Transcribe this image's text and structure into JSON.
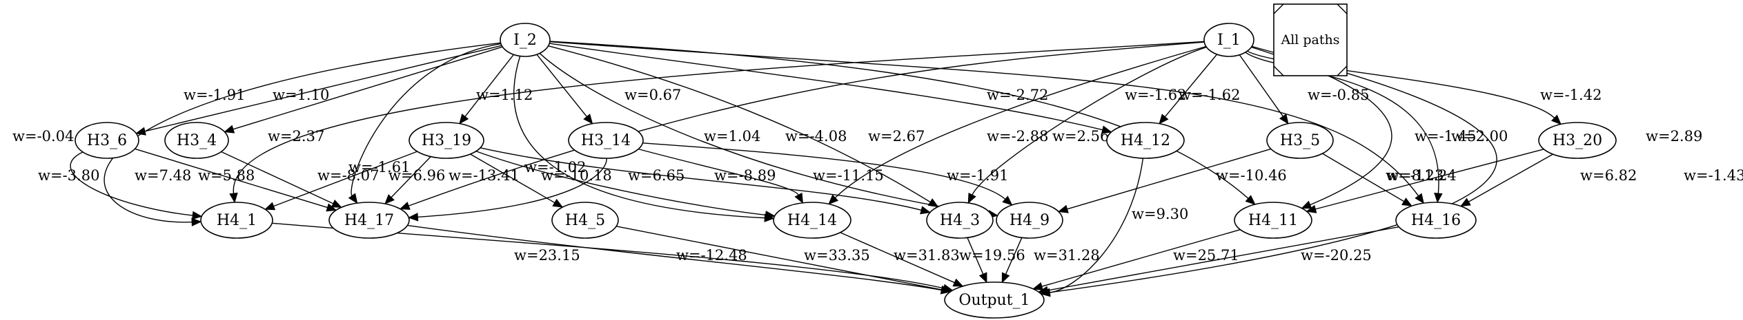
{
  "diagram": {
    "legend_box": {
      "label": "All paths"
    },
    "nodes": [
      {
        "id": "I_2",
        "label": "I_2"
      },
      {
        "id": "I_1",
        "label": "I_1"
      },
      {
        "id": "H3_6",
        "label": "H3_6"
      },
      {
        "id": "H3_4",
        "label": "H3_4"
      },
      {
        "id": "H3_19",
        "label": "H3_19"
      },
      {
        "id": "H3_14",
        "label": "H3_14"
      },
      {
        "id": "H4_12",
        "label": "H4_12"
      },
      {
        "id": "H3_5",
        "label": "H3_5"
      },
      {
        "id": "H3_20",
        "label": "H3_20"
      },
      {
        "id": "H4_1",
        "label": "H4_1"
      },
      {
        "id": "H4_17",
        "label": "H4_17"
      },
      {
        "id": "H4_5",
        "label": "H4_5"
      },
      {
        "id": "H4_14",
        "label": "H4_14"
      },
      {
        "id": "H4_3",
        "label": "H4_3"
      },
      {
        "id": "H4_9",
        "label": "H4_9"
      },
      {
        "id": "H4_11",
        "label": "H4_11"
      },
      {
        "id": "H4_16",
        "label": "H4_16"
      },
      {
        "id": "Output_1",
        "label": "Output_1"
      }
    ],
    "edges": [
      {
        "from": "I_2",
        "to": "H3_6",
        "label": "w=-1.91"
      },
      {
        "from": "I_2",
        "to": "H3_4",
        "label": "w=1.10"
      },
      {
        "from": "I_2",
        "to": "H3_19",
        "label": "w=1.12"
      },
      {
        "from": "I_2",
        "to": "H3_14",
        "label": "w=0.67"
      },
      {
        "from": "I_2",
        "to": "H4_1",
        "label": "w=-0.04"
      },
      {
        "from": "I_2",
        "to": "H4_17",
        "label": "w=-1.61"
      },
      {
        "from": "I_2",
        "to": "H4_14",
        "label": "w=-1.02"
      },
      {
        "from": "I_2",
        "to": "H4_9",
        "label": "w=1.04"
      },
      {
        "from": "I_2",
        "to": "H4_3",
        "label": "w=2.67"
      },
      {
        "from": "I_2",
        "to": "H4_12",
        "label": "w=-2.72"
      },
      {
        "from": "I_2",
        "to": "H4_11",
        "label": "w=-1.62"
      },
      {
        "from": "I_2",
        "to": "H4_16",
        "label": "w=-1.45"
      },
      {
        "from": "I_1",
        "to": "H4_1",
        "label": "w=2.37"
      },
      {
        "from": "I_1",
        "to": "H4_17",
        "label": "w=-4.08"
      },
      {
        "from": "I_1",
        "to": "H4_14",
        "label": "w=-2.88"
      },
      {
        "from": "I_1",
        "to": "H4_3",
        "label": "w=2.56"
      },
      {
        "from": "I_1",
        "to": "H4_12",
        "label": "w=-1.62"
      },
      {
        "from": "I_1",
        "to": "H3_5",
        "label": "w=-0.85"
      },
      {
        "from": "I_1",
        "to": "H4_11",
        "label": "w=2.00"
      },
      {
        "from": "I_1",
        "to": "H3_20",
        "label": "w=-1.42"
      },
      {
        "from": "I_1",
        "to": "H4_16",
        "label": "w=2.89"
      },
      {
        "from": "I_1",
        "to": "Output_1",
        "label": "w=-1.43"
      },
      {
        "from": "H3_6",
        "to": "H4_1",
        "label": "w=-3.80"
      },
      {
        "from": "H3_6",
        "to": "H4_17",
        "label": "w=7.48"
      },
      {
        "from": "H3_4",
        "to": "H4_17",
        "label": "w=5.88"
      },
      {
        "from": "H3_19",
        "to": "H4_1",
        "label": "w=-8.07"
      },
      {
        "from": "H3_19",
        "to": "H4_17",
        "label": "w=6.96"
      },
      {
        "from": "H3_19",
        "to": "H4_5",
        "label": "w=-13.41"
      },
      {
        "from": "H3_19",
        "to": "H4_14",
        "label": "w=-10.18"
      },
      {
        "from": "H3_19",
        "to": "H4_3",
        "label": "w=6.65"
      },
      {
        "from": "H3_14",
        "to": "H4_17",
        "label": "w=-8.89"
      },
      {
        "from": "H3_14",
        "to": "H4_14",
        "label": "w=-11.15"
      },
      {
        "from": "H3_14",
        "to": "H4_9",
        "label": "w=-1.91"
      },
      {
        "from": "H3_5",
        "to": "H4_9",
        "label": "w=-10.46"
      },
      {
        "from": "H3_5",
        "to": "H4_16",
        "label": "w=8.23"
      },
      {
        "from": "H3_20",
        "to": "H4_11",
        "label": "w=-11.24"
      },
      {
        "from": "H3_20",
        "to": "H4_16",
        "label": "w=6.82"
      },
      {
        "from": "H4_12",
        "to": "Output_1",
        "label": "w=9.30"
      },
      {
        "from": "H4_1",
        "to": "Output_1",
        "label": "w=23.15"
      },
      {
        "from": "H4_17",
        "to": "Output_1",
        "label": "w=-12.48"
      },
      {
        "from": "H4_5",
        "to": "Output_1",
        "label": "w=33.35"
      },
      {
        "from": "H4_14",
        "to": "Output_1",
        "label": "w=31.83"
      },
      {
        "from": "H4_3",
        "to": "Output_1",
        "label": "w=19.56"
      },
      {
        "from": "H4_9",
        "to": "Output_1",
        "label": "w=31.28"
      },
      {
        "from": "H4_11",
        "to": "Output_1",
        "label": "w=25.71"
      },
      {
        "from": "H4_16",
        "to": "Output_1",
        "label": "w=-20.25"
      }
    ]
  }
}
